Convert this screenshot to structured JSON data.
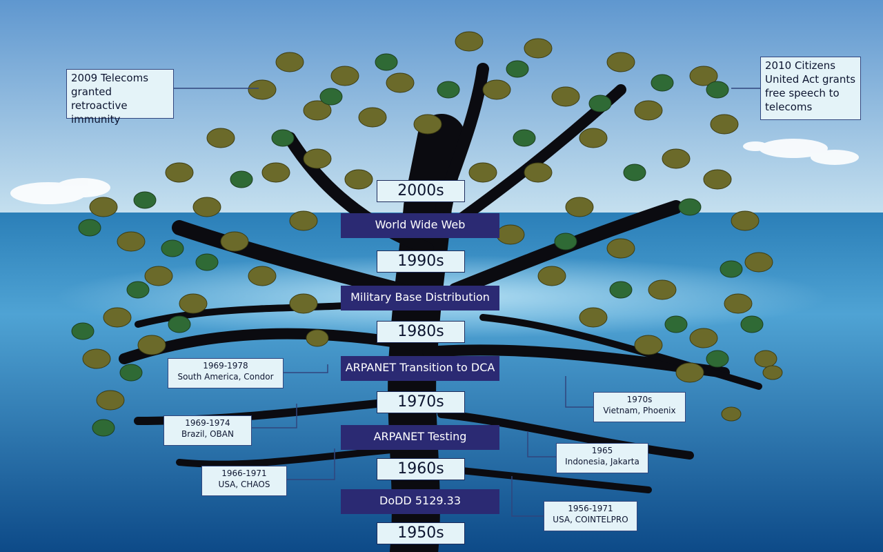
{
  "colors": {
    "sky_top": "#6fa3d6",
    "sky_bottom": "#bcd9ec",
    "sea_top": "#3f8fc4",
    "sea_bottom": "#0f4f8c",
    "trunk": "#0b0b10",
    "leaf_olive": "#6b6a2a",
    "leaf_green": "#2f6a35",
    "decade_bg": "#e4f3f8",
    "milestone_bg": "#2b2a73",
    "callout_border": "#30457d"
  },
  "decades": [
    "2000s",
    "1990s",
    "1980s",
    "1970s",
    "1960s",
    "1950s"
  ],
  "milestones": [
    "World Wide Web",
    "Military Base Distribution",
    "ARPANET Transition to DCA",
    "ARPANET Testing",
    "DoDD 5129.33"
  ],
  "callouts": {
    "telecoms_2009": [
      "2009 Telecoms",
      "granted retroactive",
      "immunity"
    ],
    "citizens_2010": [
      "2010 Citizens",
      "United Act grants",
      "free speech to",
      "telecoms"
    ],
    "condor": [
      "1969-1978",
      "South America, Condor"
    ],
    "oban": [
      "1969-1974",
      "Brazil, OBAN"
    ],
    "chaos": [
      "1966-1971",
      "USA, CHAOS"
    ],
    "phoenix": [
      "1970s",
      "Vietnam, Phoenix"
    ],
    "jakarta": [
      "1965",
      "Indonesia, Jakarta"
    ],
    "cointelpro": [
      "1956-1971",
      "USA, COINTELPRO"
    ]
  }
}
